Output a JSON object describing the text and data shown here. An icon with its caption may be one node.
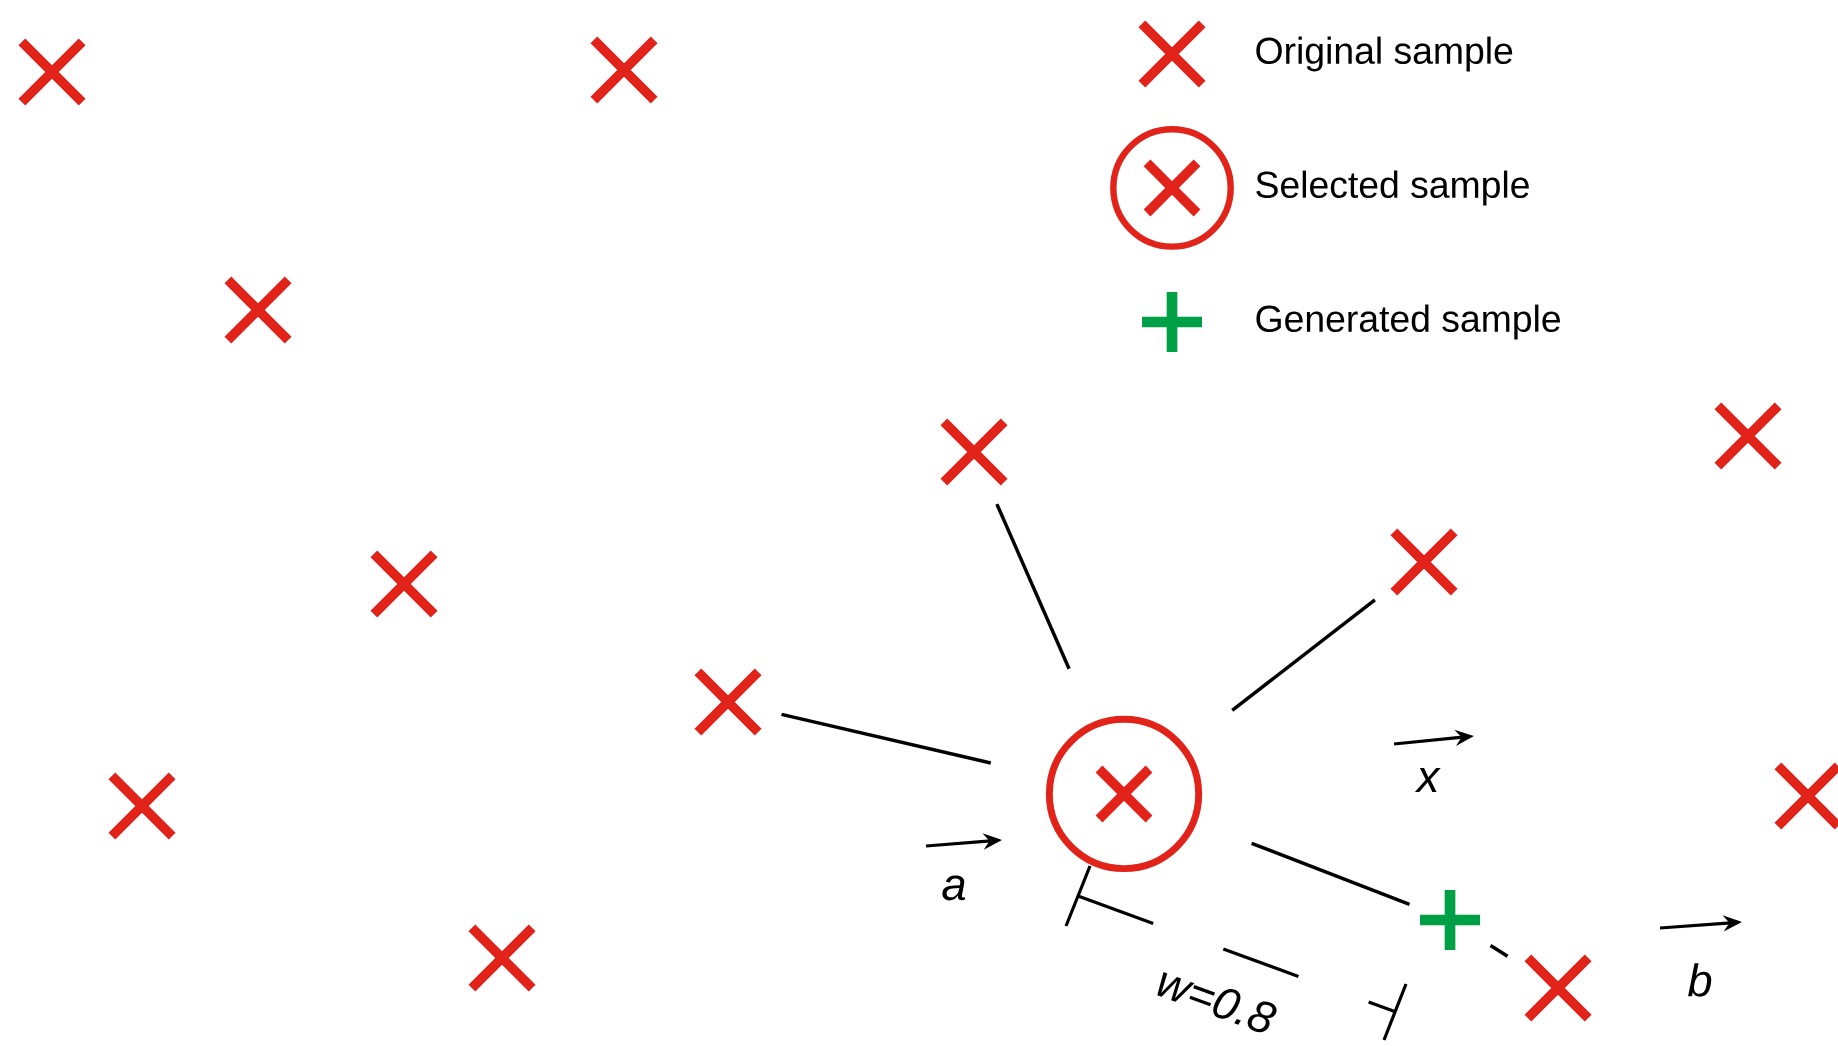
{
  "diagram": {
    "nodes": [
      {
        "text": [],
        "shape": "cross"
      },
      {
        "text": [],
        "shape": "cross"
      },
      {
        "text": [],
        "shape": "cross"
      },
      {
        "text": [],
        "shape": "cross"
      },
      {
        "text": [],
        "shape": "cross"
      },
      {
        "text": [],
        "shape": "cross"
      },
      {
        "text": [],
        "shape": "cross"
      },
      {
        "text": [],
        "shape": "cross"
      },
      {
        "text": [],
        "shape": "circle"
      },
      {
        "text": [],
        "shape": "cross"
      },
      {
        "text": [],
        "shape": "cross"
      },
      {
        "text": [],
        "shape": "plus"
      },
      {
        "text": [],
        "shape": "cross"
      },
      {
        "text": [],
        "shape": "cross"
      }
    ],
    "edges": [
      {
        "from": 8,
        "to": 4,
        "arrow": "none"
      },
      {
        "from": 8,
        "to": 5,
        "arrow": "none"
      },
      {
        "from": 8,
        "to": 7,
        "arrow": "none"
      },
      {
        "from": 8,
        "to": 11,
        "arrow": "none"
      },
      {
        "from": 11,
        "to": 13,
        "arrow": "none"
      }
    ],
    "labels": [
      "x",
      "a",
      "b",
      "w=0.8"
    ],
    "legend": [
      {
        "text": "Original sample"
      },
      {
        "text": "Selected sample"
      },
      {
        "text": "Generated sample"
      }
    ]
  }
}
